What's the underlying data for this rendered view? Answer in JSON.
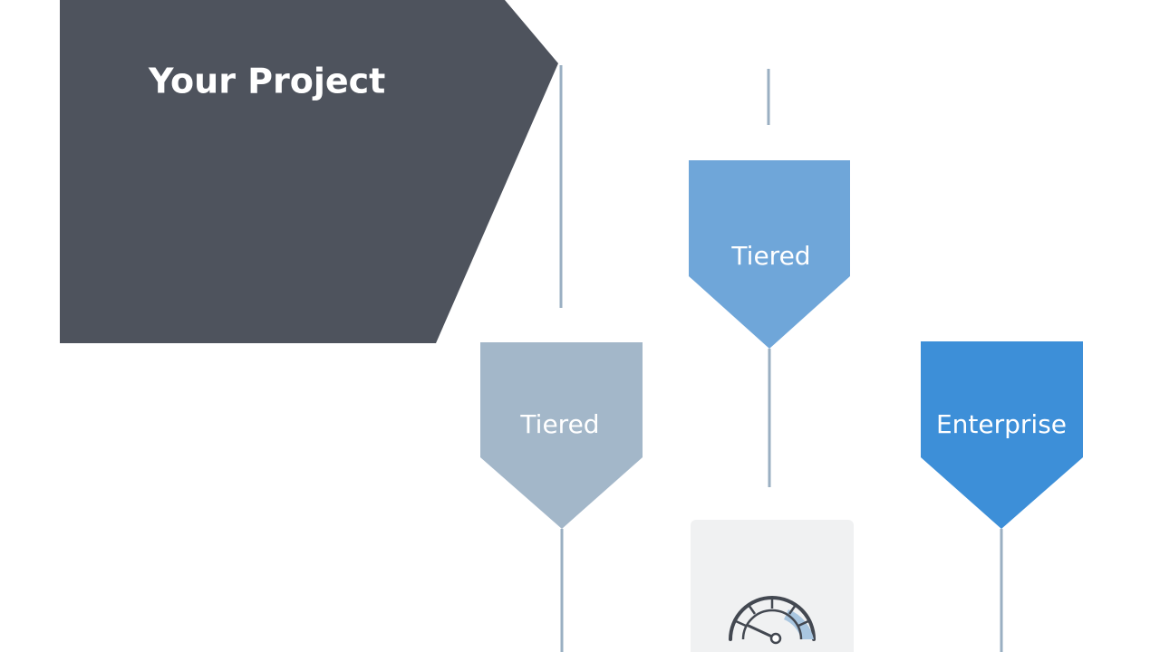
{
  "colors": {
    "background": "#ffffff",
    "project": "#4e535d",
    "connector": "#9aafc2",
    "tiered_top": "#6fa6d9",
    "tiered_left": "#a3b7c9",
    "enterprise": "#3d8fd8",
    "gauge_box": "#f0f1f2",
    "gauge_stroke": "#434851",
    "gauge_fill": "#a9c6e0"
  },
  "project": {
    "title": "Your Project"
  },
  "nodes": {
    "tiered_top": {
      "label": "Tiered"
    },
    "tiered_left": {
      "label": "Tiered"
    },
    "enterprise": {
      "label": "Enterprise"
    }
  },
  "icons": {
    "gauge": "gauge-icon"
  }
}
